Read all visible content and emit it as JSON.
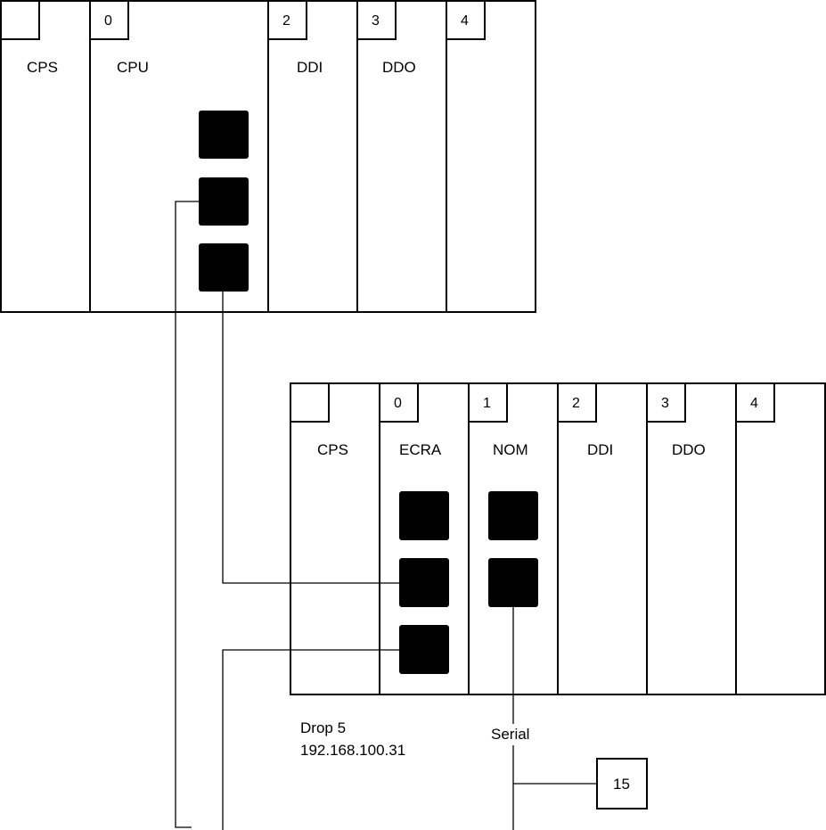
{
  "rack_top": {
    "slots": [
      {
        "number": "",
        "module": "CPS"
      },
      {
        "number": "0",
        "module": "CPU"
      },
      {
        "number": "2",
        "module": "DDI"
      },
      {
        "number": "3",
        "module": "DDO"
      },
      {
        "number": "4",
        "module": ""
      }
    ]
  },
  "rack_drop": {
    "slots": [
      {
        "number": "",
        "module": "CPS"
      },
      {
        "number": "0",
        "module": "ECRA"
      },
      {
        "number": "1",
        "module": "NOM"
      },
      {
        "number": "2",
        "module": "DDI"
      },
      {
        "number": "3",
        "module": "DDO"
      },
      {
        "number": "4",
        "module": ""
      }
    ],
    "drop_name": "Drop 5",
    "drop_ip": "192.168.100.31"
  },
  "serial_label": "Serial",
  "device_number": "15"
}
